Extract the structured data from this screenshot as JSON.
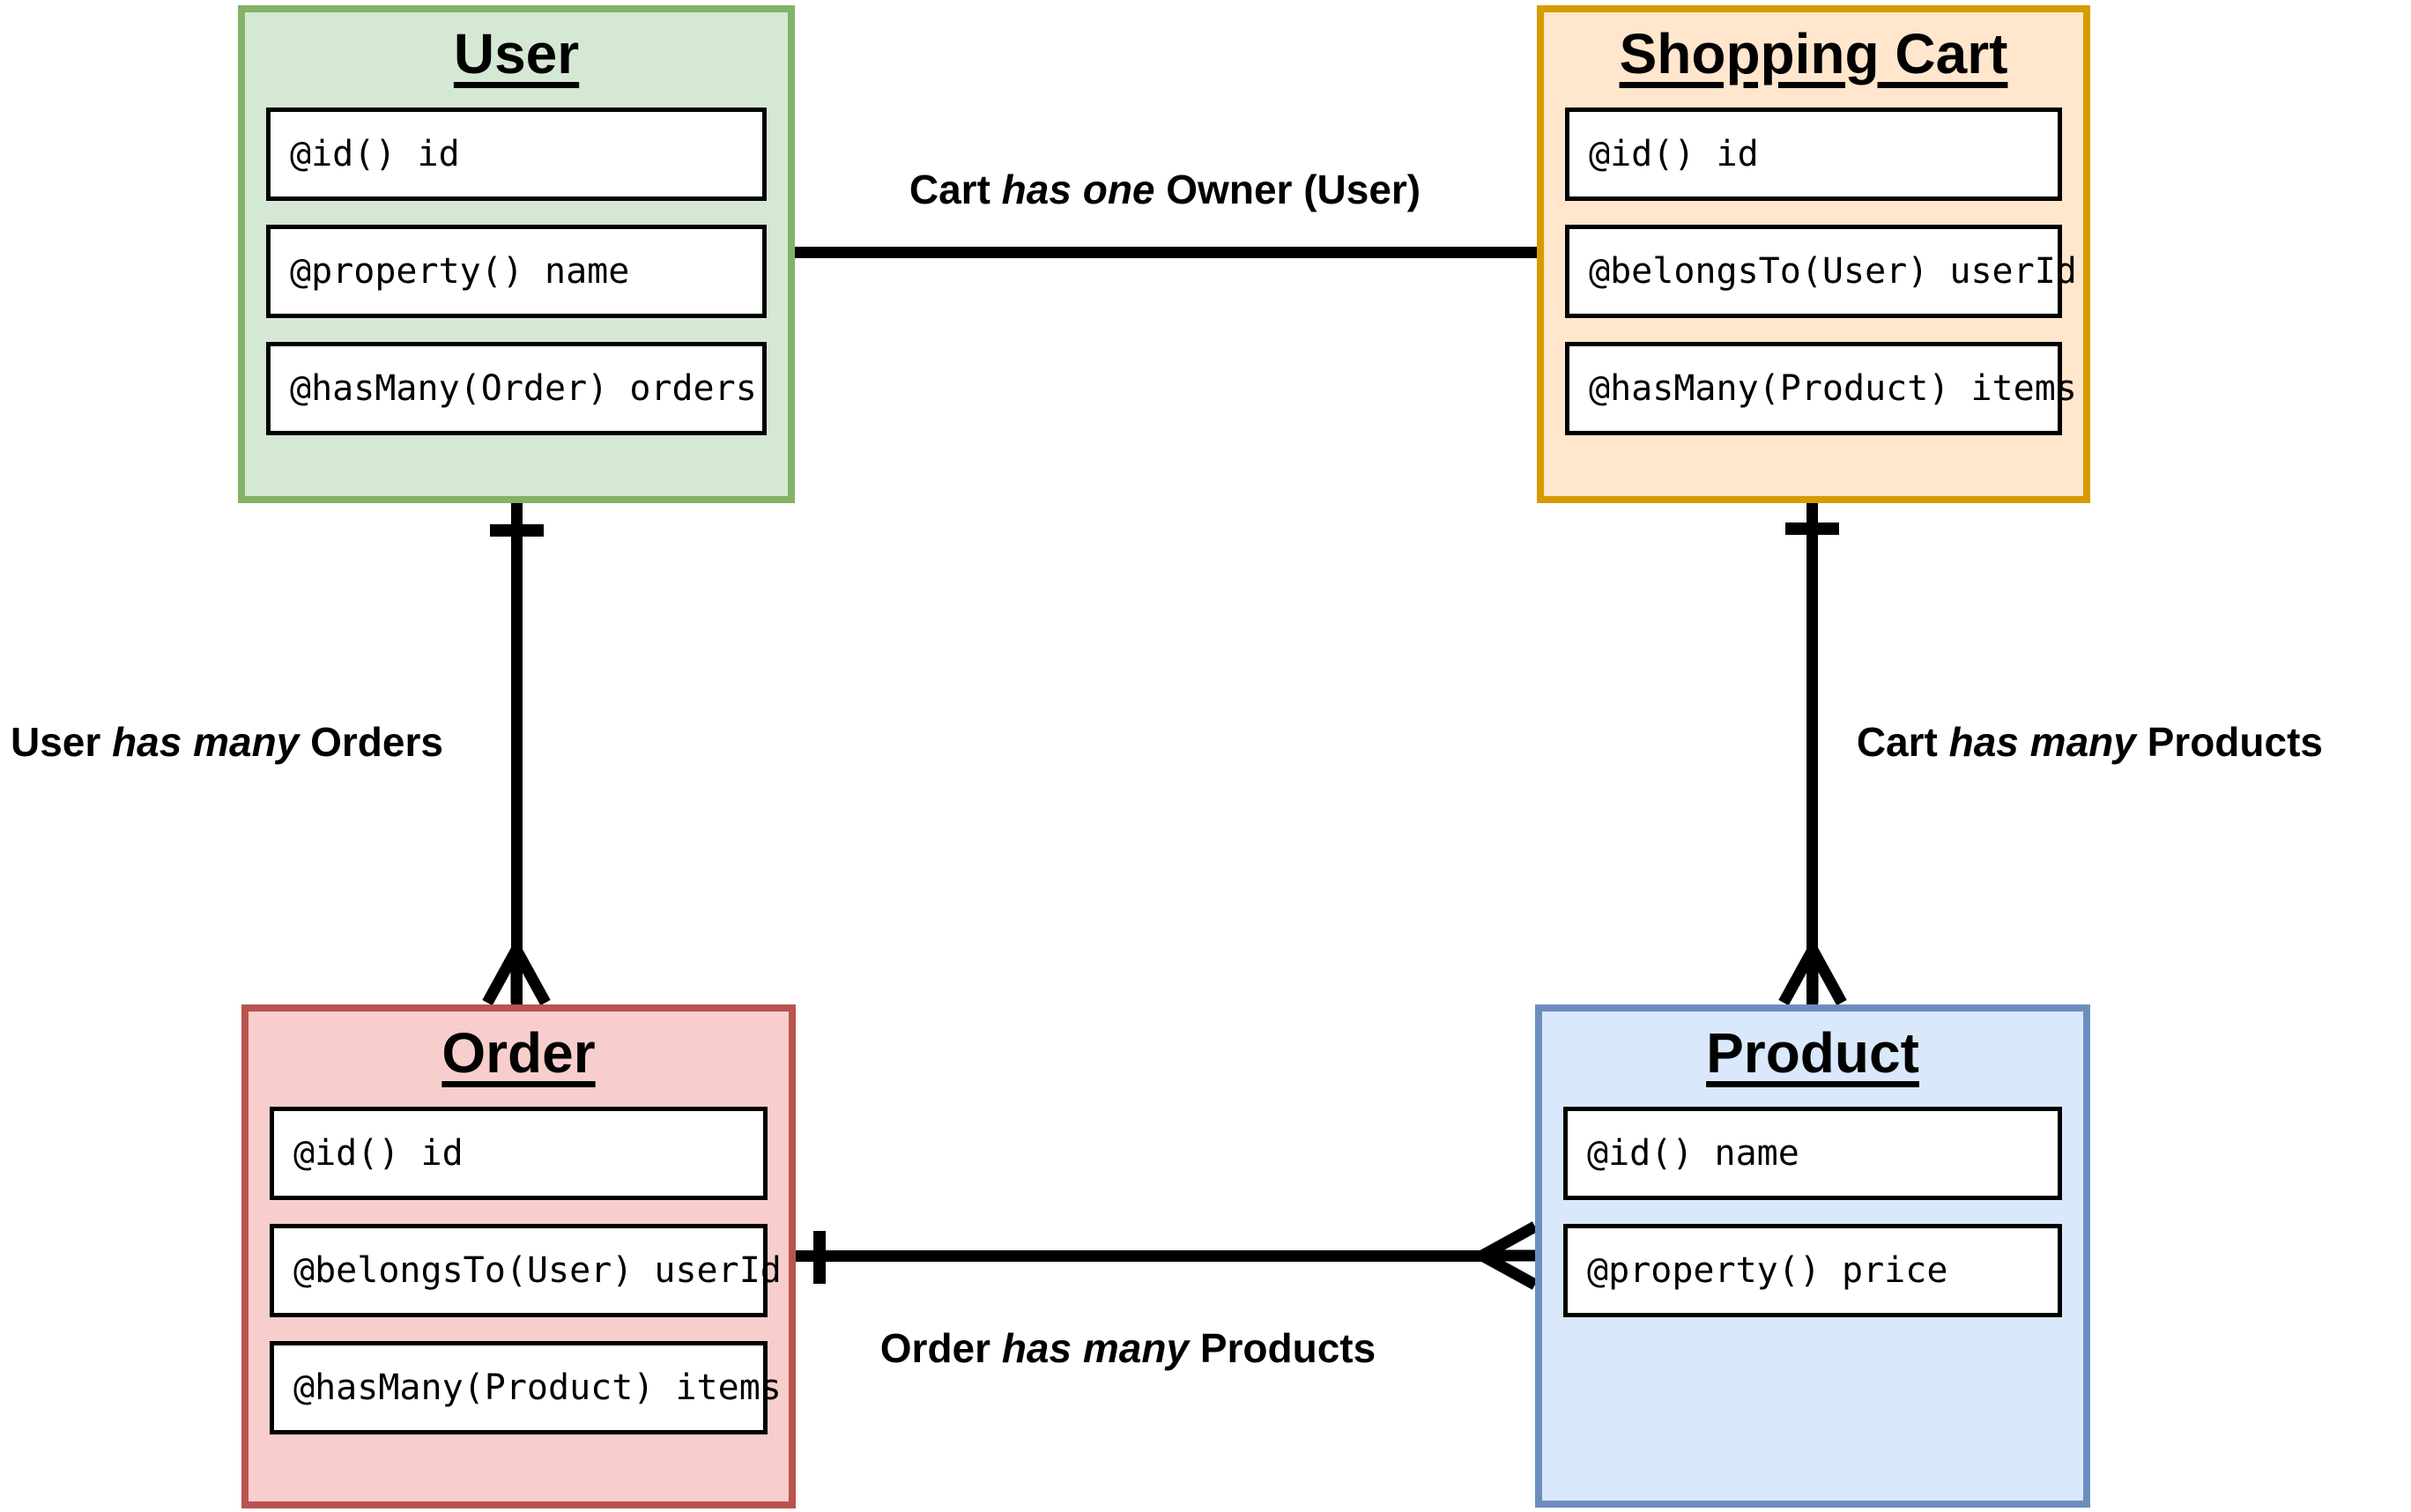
{
  "entities": {
    "user": {
      "title": "User",
      "fields": [
        "@id() id",
        "@property() name",
        "@hasMany(Order) orders"
      ],
      "fill": "#d5e8d4",
      "stroke": "#82b366"
    },
    "shopping_cart": {
      "title": "Shopping Cart",
      "fields": [
        "@id() id",
        "@belongsTo(User) userId",
        "@hasMany(Product) items"
      ],
      "fill": "#ffe6cc",
      "stroke": "#d79b00"
    },
    "order": {
      "title": "Order",
      "fields": [
        "@id() id",
        "@belongsTo(User) userId",
        "@hasMany(Product) items"
      ],
      "fill": "#f8cecc",
      "stroke": "#b85450"
    },
    "product": {
      "title": "Product",
      "fields": [
        "@id() name",
        "@property() price"
      ],
      "fill": "#dae8fc",
      "stroke": "#6c8ebf"
    }
  },
  "relationships": {
    "cart_owner": {
      "pre": "Cart ",
      "verb": "has one",
      "post": " Owner (User)",
      "from": "Shopping Cart",
      "to": "User",
      "from_marker": "none",
      "to_marker": "none"
    },
    "user_orders": {
      "pre": "User ",
      "verb": "has many",
      "post": " Orders",
      "from": "User",
      "to": "Order",
      "from_marker": "one-tick",
      "to_marker": "crow-foot-many"
    },
    "cart_products": {
      "pre": "Cart ",
      "verb": "has many",
      "post": " Products",
      "from": "Shopping Cart",
      "to": "Product",
      "from_marker": "one-tick",
      "to_marker": "crow-foot-many"
    },
    "order_products": {
      "pre": "Order ",
      "verb": "has many",
      "post": " Products",
      "from": "Order",
      "to": "Product",
      "from_marker": "one-tick",
      "to_marker": "crow-foot-many"
    }
  },
  "line_color": "#000000",
  "background_color": "#ffffff"
}
